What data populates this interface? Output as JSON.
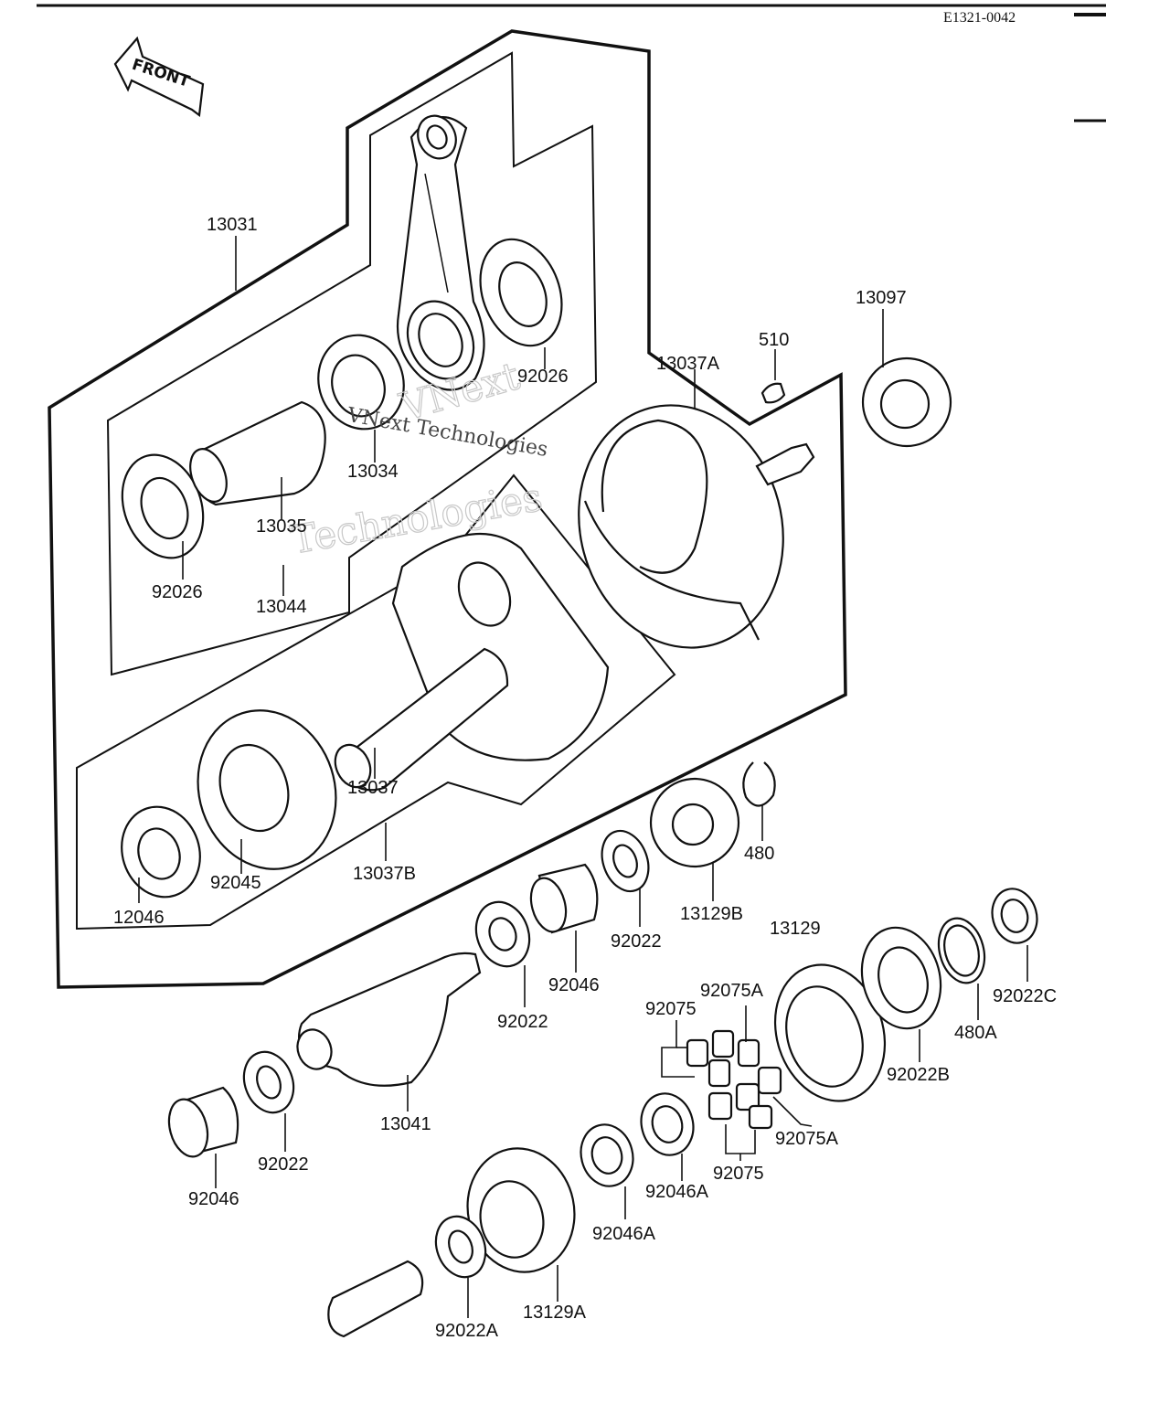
{
  "document_code": "E1321-0042",
  "front_label": "FRONT",
  "watermark": {
    "line1": "VNext",
    "line2": "Technologies",
    "line3": "VNext Technologies"
  },
  "part_labels": [
    {
      "id": "p13031",
      "text": "13031"
    },
    {
      "id": "p13097",
      "text": "13097"
    },
    {
      "id": "p510",
      "text": "510"
    },
    {
      "id": "p13037A",
      "text": "13037A"
    },
    {
      "id": "p92026a",
      "text": "92026"
    },
    {
      "id": "p13034",
      "text": "13034"
    },
    {
      "id": "p13035",
      "text": "13035"
    },
    {
      "id": "p92026b",
      "text": "92026"
    },
    {
      "id": "p13044",
      "text": "13044"
    },
    {
      "id": "p13037",
      "text": "13037"
    },
    {
      "id": "p480",
      "text": "480"
    },
    {
      "id": "p92045",
      "text": "92045"
    },
    {
      "id": "p13037B",
      "text": "13037B"
    },
    {
      "id": "p12046",
      "text": "12046"
    },
    {
      "id": "p13129B",
      "text": "13129B"
    },
    {
      "id": "p92022a",
      "text": "92022"
    },
    {
      "id": "p13129",
      "text": "13129"
    },
    {
      "id": "p92046a",
      "text": "92046"
    },
    {
      "id": "p92022b",
      "text": "92022"
    },
    {
      "id": "p92075Aa",
      "text": "92075A"
    },
    {
      "id": "p92075a",
      "text": "92075"
    },
    {
      "id": "p92022C",
      "text": "92022C"
    },
    {
      "id": "p480A",
      "text": "480A"
    },
    {
      "id": "p92022B",
      "text": "92022B"
    },
    {
      "id": "p13041",
      "text": "13041"
    },
    {
      "id": "p92022c",
      "text": "92022"
    },
    {
      "id": "p92046b",
      "text": "92046"
    },
    {
      "id": "p92075Ab",
      "text": "92075A"
    },
    {
      "id": "p92075b",
      "text": "92075"
    },
    {
      "id": "p92046Aa",
      "text": "92046A"
    },
    {
      "id": "p92046Ab",
      "text": "92046A"
    },
    {
      "id": "p13129A",
      "text": "13129A"
    },
    {
      "id": "p92022A",
      "text": "92022A"
    }
  ]
}
